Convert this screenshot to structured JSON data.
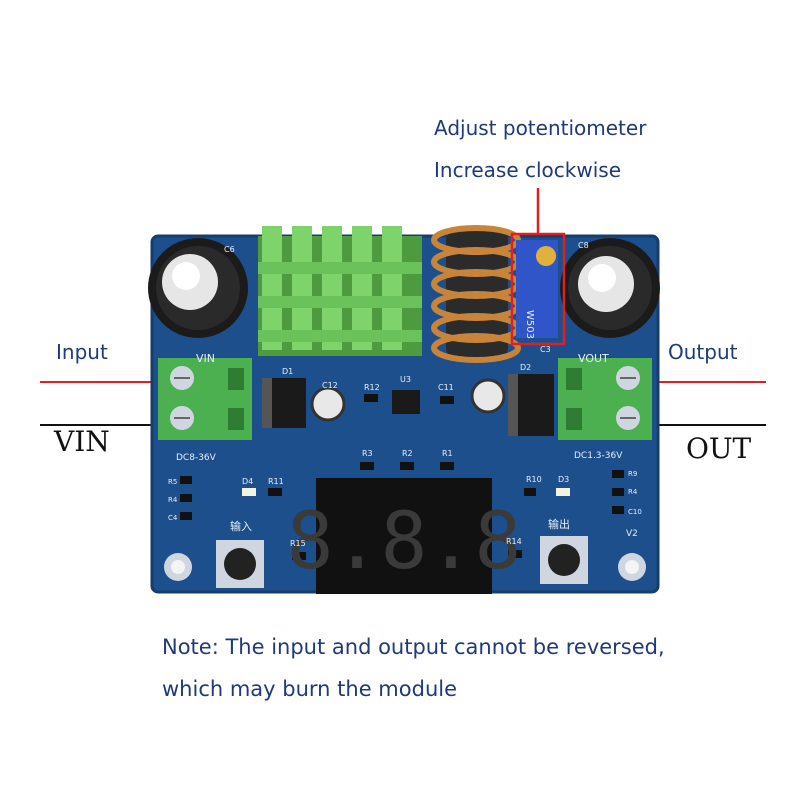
{
  "annotations": {
    "adjust_title": "Adjust potentiometer",
    "adjust_sub": "Increase clockwise",
    "input": "Input",
    "output": "Output",
    "vin": "VIN",
    "out": "OUT",
    "note_line1": "Note: The input and output cannot be reversed,",
    "note_line2": "which may burn the module"
  },
  "board": {
    "silk": {
      "c6": "C6",
      "c8": "C8",
      "vin_label": "VIN",
      "vout_label": "VOUT",
      "d1": "D1",
      "d2": "D2",
      "d3": "D3",
      "d4": "D4",
      "r1": "R1",
      "r2": "R2",
      "r3": "R3",
      "r4": "R4",
      "r5": "R5",
      "r9": "R9",
      "r10": "R10",
      "r11": "R11",
      "r12": "R12",
      "r14": "R14",
      "r15": "R15",
      "c3": "C3",
      "c4": "C4",
      "c10": "C10",
      "c11": "C11",
      "c12": "C12",
      "u3": "U3",
      "v2": "V2",
      "in_range": "DC8-36V",
      "out_range": "DC1.3-36V",
      "btn_in": "输入",
      "btn_out": "输出",
      "pot_code": "W503"
    },
    "display_digits": "8.8.8"
  },
  "colors": {
    "board": "#1d4f8c",
    "heatsink": "#7ed46a",
    "terminal": "#4caf50",
    "highlight": "#e02020",
    "annotation": "#1f3a7a"
  }
}
